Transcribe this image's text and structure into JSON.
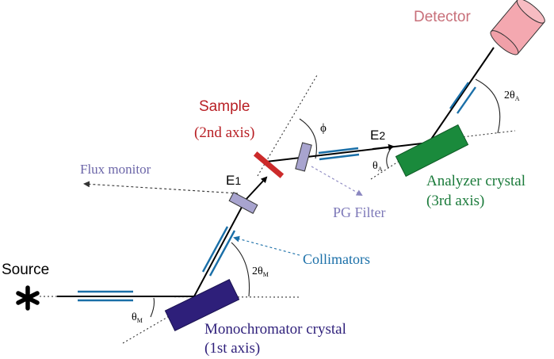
{
  "labels": {
    "source": "Source",
    "monochromator_line1": "Monochromator crystal",
    "monochromator_line2": "(1st axis)",
    "theta_m": "θ",
    "theta_m_sub": "M",
    "two_theta_m": "2θ",
    "two_theta_m_sub": "M",
    "collimators": "Collimators",
    "flux_monitor": "Flux monitor",
    "e1": "E",
    "e1_sub": "1",
    "sample_line1": "Sample",
    "sample_line2": "(2nd axis)",
    "phi": "ϕ",
    "e2": "E",
    "e2_sub": "2",
    "pg_filter": "PG Filter",
    "theta_a": "θ",
    "theta_a_sub": "A",
    "analyzer_line1": "Analyzer crystal",
    "analyzer_line2": "(3rd axis)",
    "two_theta_a": "2θ",
    "two_theta_a_sub": "A",
    "detector": "Detector"
  },
  "colors": {
    "beam": "#000000",
    "collimator": "#1a6fa8",
    "monochromator": "#2e1f7a",
    "sample": "#cc2a2a",
    "filter": "#a8a4cf",
    "analyzer": "#1a8a3c",
    "detector": "#f0a0a8",
    "flux_monitor_text": "#6c66a8",
    "sample_text": "#b81f24",
    "analyzer_text": "#1a7a3a",
    "collimator_text": "#1a6fa8",
    "filter_text": "#7d78b8",
    "detector_text": "#c8707a"
  }
}
